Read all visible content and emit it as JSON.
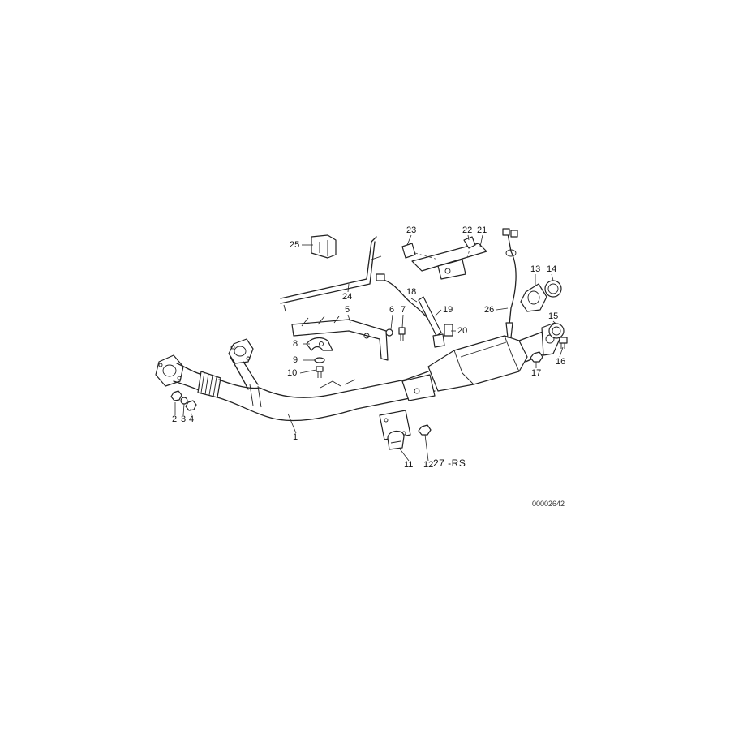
{
  "diagram": {
    "sheet_code": "27 -RS",
    "image_id": "00002642",
    "callouts": [
      {
        "label": "1"
      },
      {
        "label": "2"
      },
      {
        "label": "3"
      },
      {
        "label": "4"
      },
      {
        "label": "5"
      },
      {
        "label": "6"
      },
      {
        "label": "7"
      },
      {
        "label": "8"
      },
      {
        "label": "9"
      },
      {
        "label": "10"
      },
      {
        "label": "11"
      },
      {
        "label": "12"
      },
      {
        "label": "13"
      },
      {
        "label": "14"
      },
      {
        "label": "15"
      },
      {
        "label": "16"
      },
      {
        "label": "17"
      },
      {
        "label": "18"
      },
      {
        "label": "19"
      },
      {
        "label": "20"
      },
      {
        "label": "21"
      },
      {
        "label": "22"
      },
      {
        "label": "23"
      },
      {
        "label": "24"
      },
      {
        "label": "25"
      },
      {
        "label": "26"
      }
    ]
  }
}
